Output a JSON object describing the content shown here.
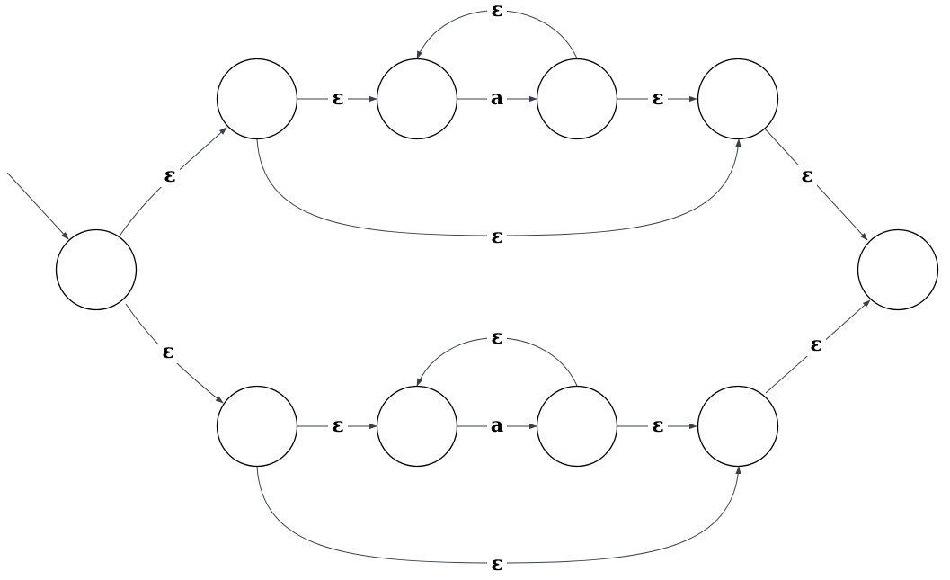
{
  "diagram": {
    "type": "nfa",
    "labels": {
      "start_to_upper": "ε",
      "start_to_lower": "ε",
      "upper_1_2": "ε",
      "upper_2_3": "a",
      "upper_3_4": "ε",
      "upper_loop": "ε",
      "upper_skip": "ε",
      "upper_to_final": "ε",
      "lower_1_2": "ε",
      "lower_2_3": "a",
      "lower_3_4": "ε",
      "lower_loop": "ε",
      "lower_skip": "ε",
      "lower_to_final": "ε"
    }
  }
}
